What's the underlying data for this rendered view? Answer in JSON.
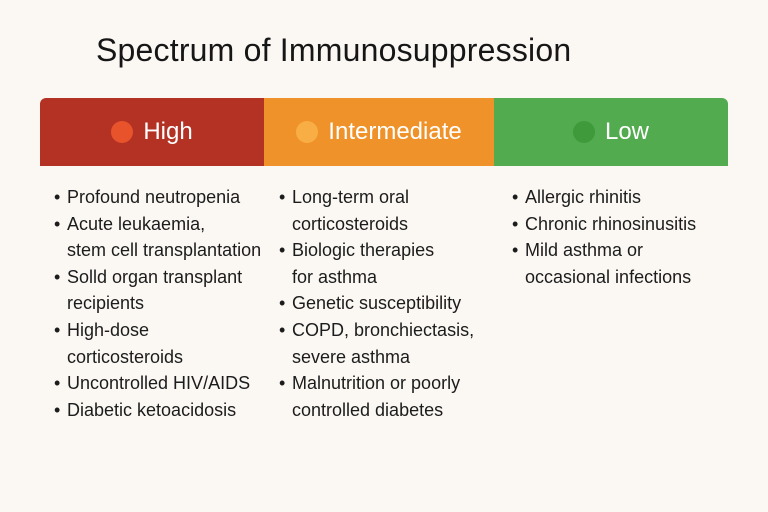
{
  "title": "Spectrum of Immunosuppression",
  "colors": {
    "high": "#b33224",
    "intermediate": "#ef9229",
    "low": "#53ab4f",
    "high_dot": "#e8532c",
    "intermediate_dot": "#f8ae44",
    "low_dot": "#3e9a3b"
  },
  "columns": [
    {
      "label": "High",
      "items": [
        {
          "lines": [
            "Profound neutropenia"
          ]
        },
        {
          "lines": [
            "Acute leukaemia,",
            "stem cell transplantation"
          ]
        },
        {
          "lines": [
            "Solld organ transplant",
            "recipients"
          ]
        },
        {
          "lines": [
            "High-dose",
            "corticosteroids"
          ]
        },
        {
          "lines": [
            "Uncontrolled HIV/AIDS"
          ]
        },
        {
          "lines": [
            "Diabetic ketoacidosis"
          ]
        }
      ]
    },
    {
      "label": "Intermediate",
      "items": [
        {
          "lines": [
            "Long-term oral",
            "corticosteroids"
          ]
        },
        {
          "lines": [
            "Biologic therapies",
            "for asthma"
          ]
        },
        {
          "lines": [
            "Genetic susceptibility"
          ]
        },
        {
          "lines": [
            "COPD, bronchiectasis,",
            "severe asthma"
          ]
        },
        {
          "lines": [
            "Malnutrition or poorly",
            "controlled diabetes"
          ]
        }
      ]
    },
    {
      "label": "Low",
      "items": [
        {
          "lines": [
            "Allergic rhinitis"
          ]
        },
        {
          "lines": [
            "Chronic rhinosinusitis"
          ]
        },
        {
          "lines": [
            "Mild asthma or",
            "occasional infections"
          ]
        }
      ]
    }
  ]
}
